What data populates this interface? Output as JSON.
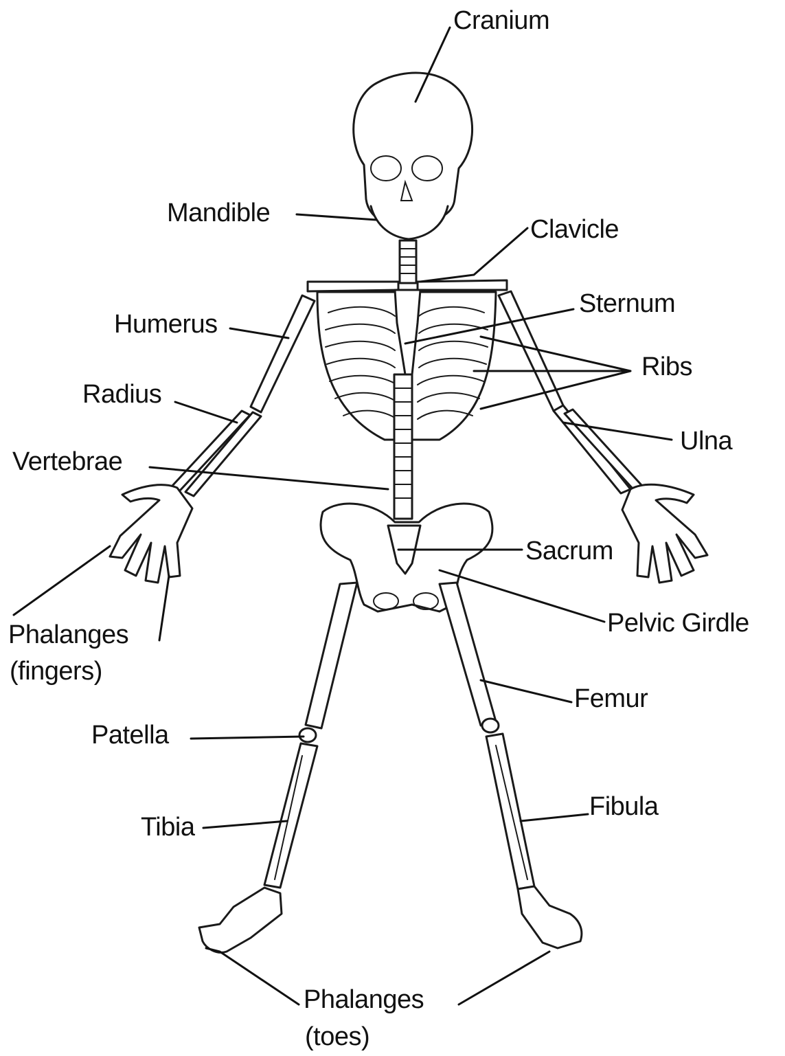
{
  "labels": {
    "cranium": "Cranium",
    "mandible": "Mandible",
    "clavicle": "Clavicle",
    "sternum": "Sternum",
    "humerus": "Humerus",
    "ribs": "Ribs",
    "radius": "Radius",
    "ulna": "Ulna",
    "vertebrae": "Vertebrae",
    "sacrum": "Sacrum",
    "pelvic_girdle": "Pelvic Girdle",
    "phalanges_fingers_line1": "Phalanges",
    "phalanges_fingers_line2": "(fingers)",
    "femur": "Femur",
    "patella": "Patella",
    "fibula": "Fibula",
    "tibia": "Tibia",
    "phalanges_toes_line1": "Phalanges",
    "phalanges_toes_line2": "(toes)"
  },
  "colors": {
    "ink": "#1a1a1a",
    "background": "#ffffff"
  }
}
